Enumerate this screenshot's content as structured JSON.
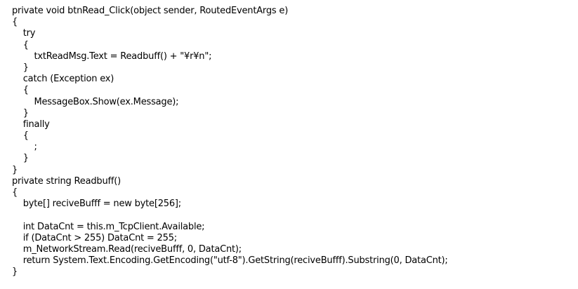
{
  "code": {
    "lines": [
      "private void btnRead_Click(object sender, RoutedEventArgs e)",
      "{",
      "    try",
      "    {",
      "        txtReadMsg.Text = Readbuff() + \"¥r¥n\";",
      "    }",
      "    catch (Exception ex)",
      "    {",
      "        MessageBox.Show(ex.Message);",
      "    }",
      "    finally",
      "    {",
      "        ;",
      "    }",
      "}",
      "private string Readbuff()",
      "{",
      "    byte[] reciveBufff = new byte[256];",
      "",
      "    int DataCnt = this.m_TcpClient.Available;",
      "    if (DataCnt > 255) DataCnt = 255;",
      "    m_NetworkStream.Read(reciveBufff, 0, DataCnt);",
      "    return System.Text.Encoding.GetEncoding(\"utf-8\").GetString(reciveBufff).Substring(0, DataCnt);",
      "}"
    ]
  }
}
